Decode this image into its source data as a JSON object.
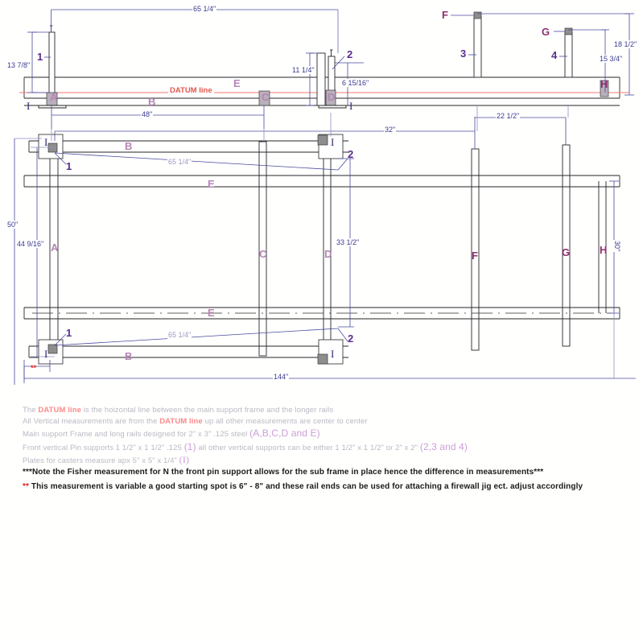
{
  "document": {
    "type": "technical-drawing",
    "title": "Chassis Jig Frame Layout"
  },
  "datum": {
    "label": "DATUM line"
  },
  "elevation": {
    "dimensions": {
      "len_65_25_top": "65 1/4\"",
      "height_13_875": "13 7/8\"",
      "height_11_25": "11 1/4\"",
      "height_6_9375": "6 15/16\"",
      "len_48": "48\"",
      "height_18_5": "18 1/2\"",
      "height_15_75": "15 3/4\""
    },
    "members": {
      "a": "A",
      "b": "B",
      "c": "C",
      "d": "D",
      "e": "E",
      "f": "F",
      "g": "G",
      "h": "H"
    },
    "posts": {
      "p1": "1",
      "p2": "2",
      "p3": "3",
      "p4": "4"
    },
    "caster_plate": "I"
  },
  "plan": {
    "dimensions": {
      "diag_65_25_upper": "65 1/4\"",
      "diag_65_25_lower": "65 1/4\"",
      "width_50": "50\"",
      "width_44_5625": "44 9/16\"",
      "len_32": "32\"",
      "len_22_5": "22 1/2\"",
      "width_33_5": "33 1/2\"",
      "width_30": "30\"",
      "len_144": "144\"",
      "variable_mark": "**"
    },
    "members": {
      "a": "A",
      "b_top": "B",
      "b_bottom": "B",
      "c": "C",
      "d": "D",
      "e_top": "E",
      "e_bottom": "E",
      "f": "F",
      "g": "G",
      "h": "H"
    },
    "posts": {
      "p1_top": "1",
      "p2_top": "2",
      "p1_bottom": "1",
      "p2_bottom": "2"
    },
    "caster_plates": [
      "I",
      "I",
      "I",
      "I"
    ]
  },
  "notes": [
    {
      "id": "note-datum",
      "segments": [
        {
          "text": "The ",
          "style": "plain"
        },
        {
          "text": "DATUM line",
          "style": "datum"
        },
        {
          "text": " is the hoizontal line between the main support frame and the longer rails",
          "style": "plain"
        }
      ]
    },
    {
      "id": "note-vertical",
      "segments": [
        {
          "text": "All Vertical measurements are from the ",
          "style": "plain"
        },
        {
          "text": "DATUM line",
          "style": "datum"
        },
        {
          "text": " up all other measurements are center to center",
          "style": "plain"
        }
      ]
    },
    {
      "id": "note-main-frame",
      "segments": [
        {
          "text": "Main support Frame and long rails designed for 2\" x 3\" .125 steel ",
          "style": "plain"
        },
        {
          "text": "(A,B,C,D and E)",
          "style": "tag"
        }
      ]
    },
    {
      "id": "note-pin-supports",
      "segments": [
        {
          "text": "Front vertical Pin supports 1 1/2\" x 1 1/2\" .125 ",
          "style": "plain"
        },
        {
          "text": "(1)",
          "style": "tag"
        },
        {
          "text": "  all other vertical supports can be either 1 1/2\" x 1 1/2\" or 2\" x 2\" ",
          "style": "plain"
        },
        {
          "text": "(2,3 and 4)",
          "style": "tag"
        }
      ]
    },
    {
      "id": "note-caster-plates",
      "segments": [
        {
          "text": "Plates for casters measure apx 5\" x 5\" x 1/4\" ",
          "style": "plain"
        },
        {
          "text": "(I)",
          "style": "tag-serif"
        }
      ]
    },
    {
      "id": "note-fisher",
      "bold": true,
      "segments": [
        {
          "text": "***Note the Fisher measurement for N the front pin support allows for the sub frame in place hence the difference in measurements***",
          "style": "plain"
        }
      ]
    },
    {
      "id": "note-variable",
      "bold": true,
      "spaced": true,
      "segments": [
        {
          "text": "**",
          "style": "mark"
        },
        {
          "text": " This measurement is variable a good starting spot is  6\" - 8\"  and these rail ends can be used for attaching a firewall jig  ect. adjust accordingly",
          "style": "plain"
        }
      ]
    }
  ],
  "colors": {
    "datum_red": "#f05a4f",
    "dimension_blue": "#3b3b8f",
    "member_purple": "#8e2f6e",
    "post_purple": "#5b2d8e",
    "steel_gray": "#8a8a8a",
    "outline_black": "#222222"
  }
}
